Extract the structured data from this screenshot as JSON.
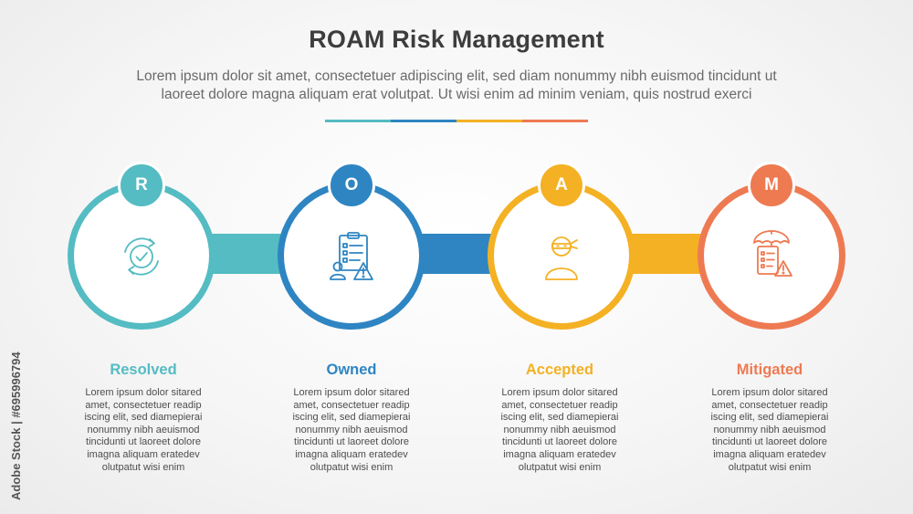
{
  "title": "ROAM Risk Management",
  "subtitle_lines": [
    "Lorem ipsum dolor sit amet, consectetuer adipiscing elit, sed diam nonummy nibh euismod tincidunt ut",
    "laoreet dolore magna aliquam erat volutpat. Ut wisi enim ad minim veniam, quis nostrud exerci"
  ],
  "description_lines": [
    "Lorem ipsum dolor sitared",
    "amet, consectetuer readip",
    "iscing elit, sed diamepierai",
    "nonummy nibh  aeuismod",
    "tincidunti ut laoreet dolore",
    "imagna aliquam eratedev",
    "olutpatut wisi enim"
  ],
  "steps": [
    {
      "letter": "R",
      "label": "Resolved",
      "color": "#54bcc2",
      "icon": "refresh-check-icon"
    },
    {
      "letter": "O",
      "label": "Owned",
      "color": "#2e85c2",
      "icon": "clipboard-person-warning-icon"
    },
    {
      "letter": "A",
      "label": "Accepted",
      "color": "#f4b124",
      "icon": "masked-person-icon"
    },
    {
      "letter": "M",
      "label": "Mitigated",
      "color": "#ee7a52",
      "icon": "umbrella-clipboard-warning-icon"
    }
  ],
  "stock_id": "Adobe Stock | #695996794"
}
